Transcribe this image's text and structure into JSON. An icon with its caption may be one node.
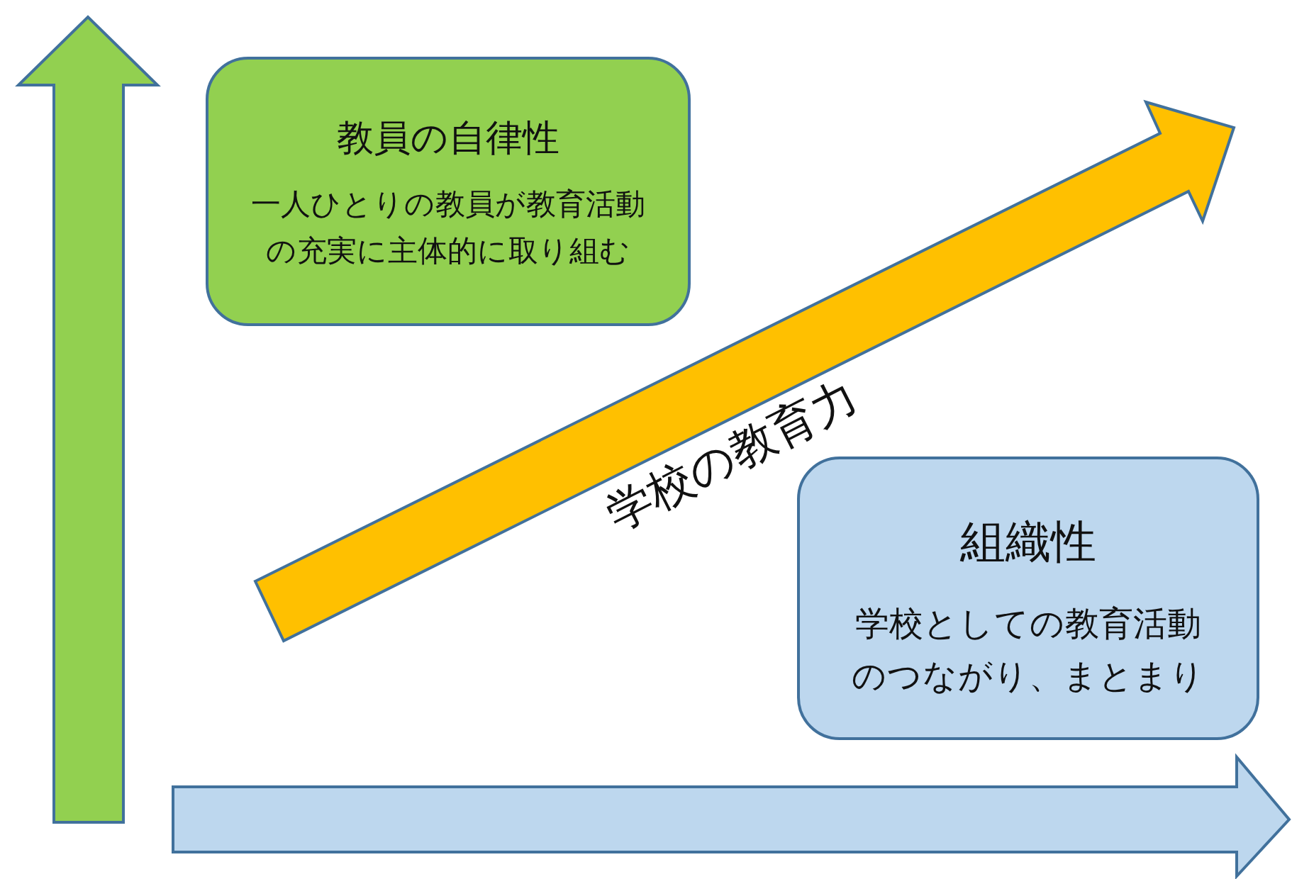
{
  "diagram": {
    "nodes": [
      {
        "text": [
          "教員の自律性",
          "一人ひとりの教員が教育活動の充実に主体的に取り組む"
        ]
      },
      {
        "text": [
          "組織性",
          "学校としての教育活動のつながり、まとまり"
        ]
      }
    ],
    "labels": [
      "学校の教育力"
    ]
  }
}
